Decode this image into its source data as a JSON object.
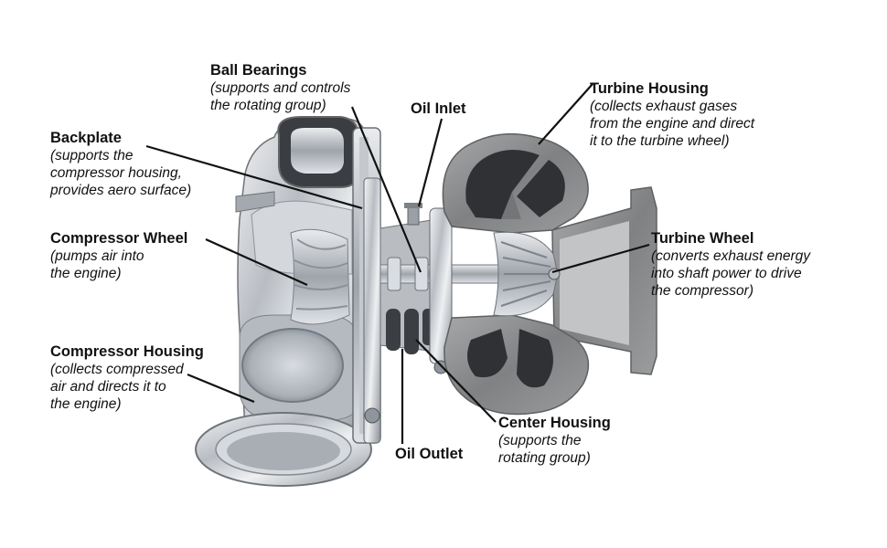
{
  "labels": {
    "ball_bearings": {
      "title": "Ball Bearings",
      "desc": "(supports and controls\nthe rotating group)"
    },
    "oil_inlet": {
      "title": "Oil Inlet",
      "desc": ""
    },
    "turbine_housing": {
      "title": "Turbine Housing",
      "desc": "(collects exhaust gases\nfrom the engine and direct\nit to the turbine wheel)"
    },
    "backplate": {
      "title": "Backplate",
      "desc": "(supports the\ncompressor housing,\nprovides aero surface)"
    },
    "compressor_wheel": {
      "title": "Compressor Wheel",
      "desc": "(pumps air into\nthe engine)"
    },
    "turbine_wheel": {
      "title": "Turbine Wheel",
      "desc": "(converts exhaust energy\ninto shaft power to drive\nthe compressor)"
    },
    "compressor_housing": {
      "title": "Compressor Housing",
      "desc": "(collects compressed\nair and directs it to\nthe engine)"
    },
    "center_housing": {
      "title": "Center Housing",
      "desc": "(supports the\nrotating group)"
    },
    "oil_outlet": {
      "title": "Oil Outlet",
      "desc": ""
    }
  },
  "colors": {
    "leader_line": "#111111",
    "polished_metal": "#c9ccd1",
    "cast_iron": "#8a8c8e",
    "dark_cavity": "#2b2d30"
  }
}
